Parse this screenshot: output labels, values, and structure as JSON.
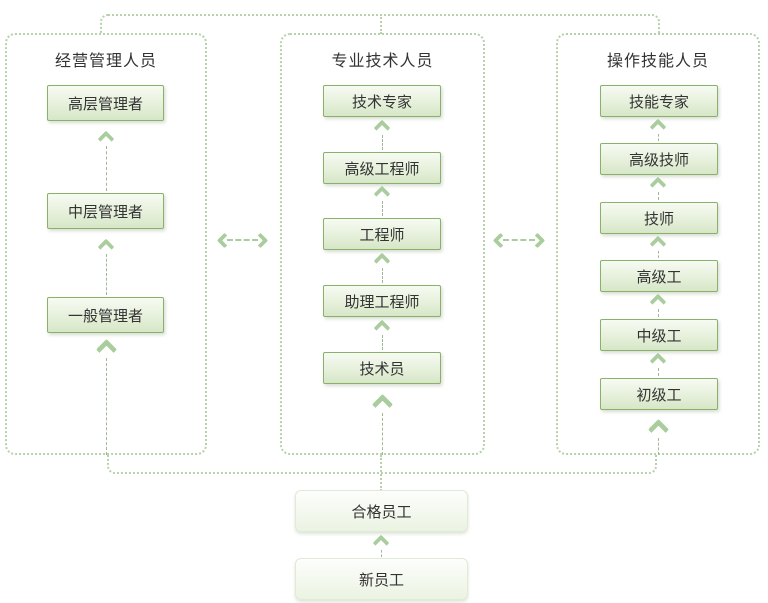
{
  "diagram": {
    "columns": [
      {
        "title": "经营管理人员",
        "levels": [
          "高层管理者",
          "中层管理者",
          "一般管理者"
        ]
      },
      {
        "title": "专业技术人员",
        "levels": [
          "技术专家",
          "高级工程师",
          "工程师",
          "助理工程师",
          "技术员"
        ]
      },
      {
        "title": "操作技能人员",
        "levels": [
          "技能专家",
          "高级技师",
          "技师",
          "高级工",
          "中级工",
          "初级工"
        ]
      }
    ],
    "entry_path": {
      "qualified": "合格员工",
      "new": "新员工"
    },
    "colors": {
      "arrow_green": "#a9cd9d",
      "box_border_green": "#8ab06c",
      "dotted_line_green": "#b7d2ab",
      "box_fill_top": "#f7fbf3",
      "box_fill_bottom": "#d6e7c7",
      "text": "#3a3a3a"
    }
  }
}
